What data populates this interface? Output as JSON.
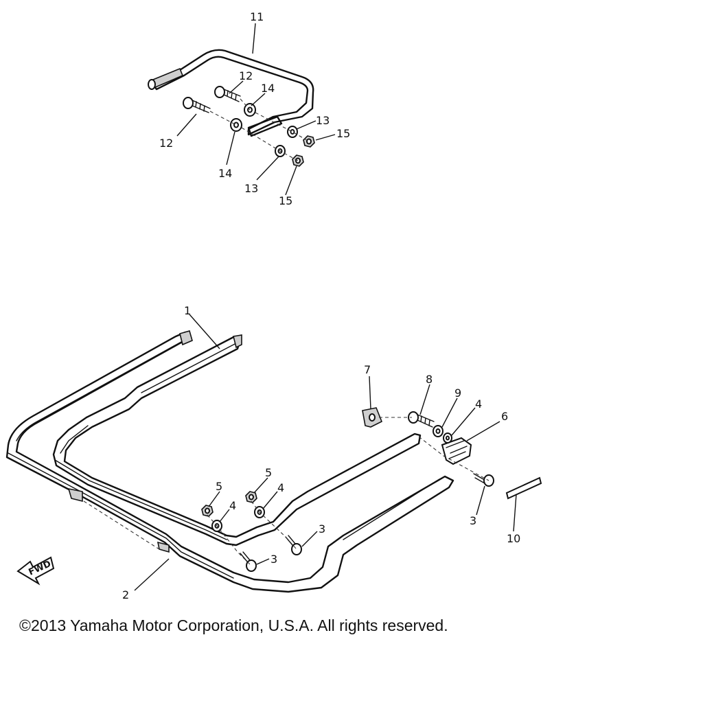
{
  "callouts": {
    "c1": "1",
    "c2": "2",
    "c3a": "3",
    "c3b": "3",
    "c3c": "3",
    "c4a": "4",
    "c4b": "4",
    "c4c": "4",
    "c5a": "5",
    "c5b": "5",
    "c6": "6",
    "c7": "7",
    "c8": "8",
    "c9": "9",
    "c10": "10",
    "c11": "11",
    "c12a": "12",
    "c12b": "12",
    "c13a": "13",
    "c13b": "13",
    "c14a": "14",
    "c14b": "14",
    "c15a": "15",
    "c15b": "15"
  },
  "fwd_label": "FWD",
  "copyright": "©2013 Yamaha Motor Corporation, U.S.A. All rights reserved."
}
